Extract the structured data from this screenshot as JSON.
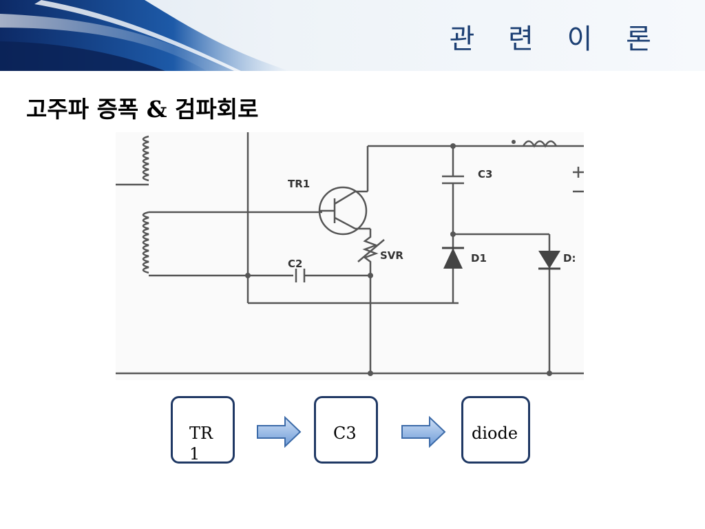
{
  "header": {
    "title": "관 련 이 론"
  },
  "subtitle": "고주파 증폭 & 검파회로",
  "circuit": {
    "labels": {
      "tr1": "TR1",
      "c2": "C2",
      "c3": "C3",
      "svr": "SVR",
      "d1": "D1",
      "d2": "D:"
    }
  },
  "flow": {
    "boxes": [
      "TR1",
      "C3",
      "diode"
    ]
  },
  "colors": {
    "title": "#1c3f73",
    "box_border": "#1f3864",
    "arrow_fill": "#8fb4e3"
  }
}
